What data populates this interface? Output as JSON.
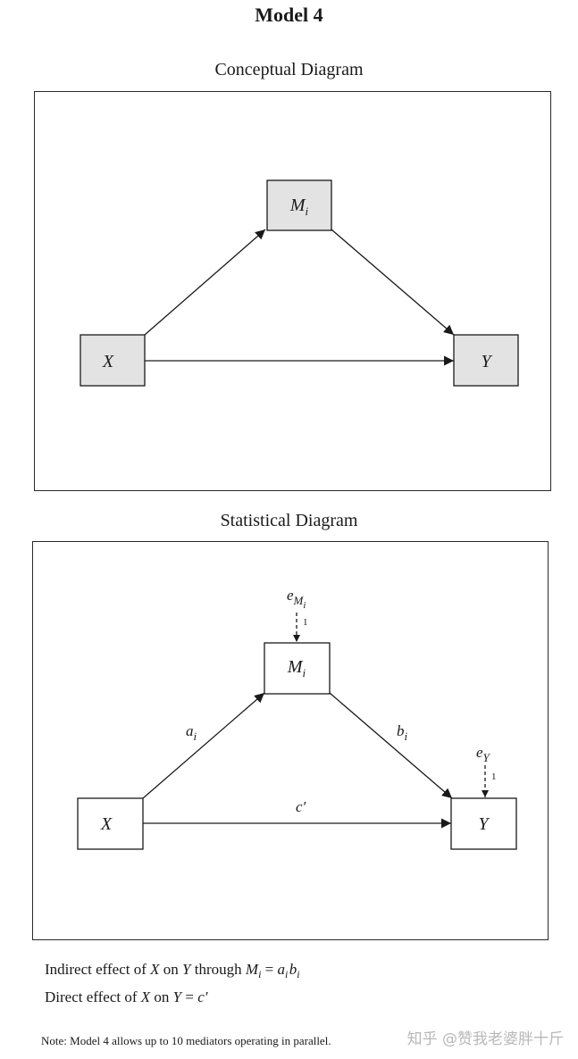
{
  "title": "Model 4",
  "conceptual": {
    "heading": "Conceptual Diagram",
    "nodes": {
      "x": "X",
      "m": "M",
      "m_sub": "i",
      "y": "Y"
    }
  },
  "statistical": {
    "heading": "Statistical Diagram",
    "nodes": {
      "x": "X",
      "m": "M",
      "m_sub": "i",
      "y": "Y"
    },
    "errors": {
      "em_base": "e",
      "em_sub_m": "M",
      "em_sub_i": "i",
      "em_one": "1",
      "ey_base": "e",
      "ey_sub": "Y",
      "ey_one": "1"
    },
    "paths": {
      "a_base": "a",
      "a_sub": "i",
      "b_base": "b",
      "b_sub": "i",
      "c": "c′"
    }
  },
  "effects": {
    "indirect": {
      "t1": "Indirect effect of ",
      "x": "X",
      "t2": " on ",
      "y": "Y",
      "t3": " through ",
      "m": "M",
      "m_sub": "i",
      "eq": " = ",
      "a": "a",
      "a_sub": "i",
      "b": "b",
      "b_sub": "i"
    },
    "direct": {
      "t1": "Direct effect of ",
      "x": "X",
      "t2": " on ",
      "y": "Y",
      "eq": " = ",
      "c": "c′"
    }
  },
  "note": "Note: Model 4 allows up to 10 mediators operating in parallel.",
  "watermark": "知乎 @赞我老婆胖十斤",
  "colors": {
    "node_fill": "#e3e3e3",
    "ink": "#1a1a1a",
    "watermark": "#b8b8b8"
  }
}
